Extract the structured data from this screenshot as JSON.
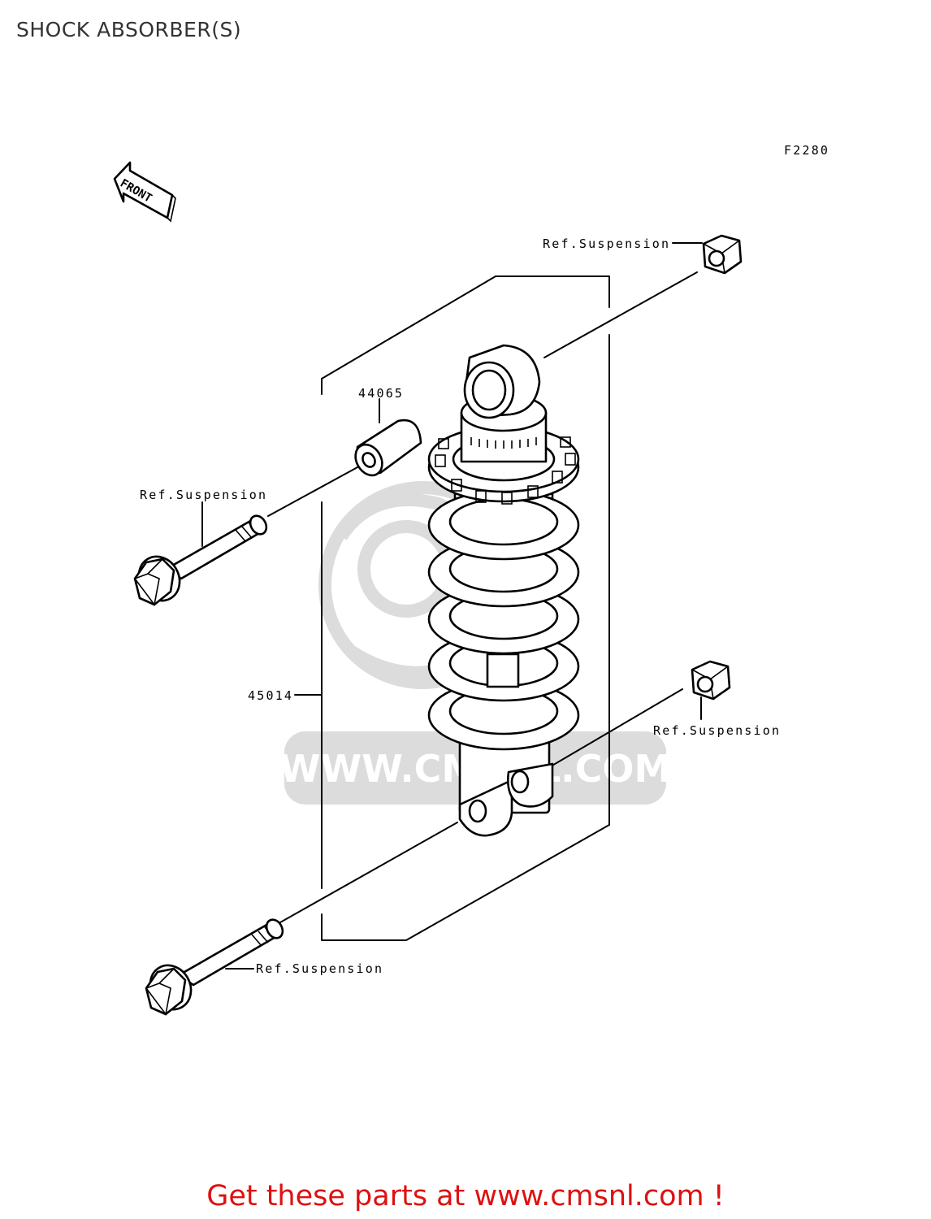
{
  "page": {
    "title": "SHOCK ABSORBER(S)"
  },
  "diagram": {
    "code": "F2280",
    "front_marker": "FRONT",
    "watermark": "WWW.CMSNL.COM",
    "labels": {
      "ref_top": "Ref.Suspension",
      "ref_left_bolt": "Ref.Suspension",
      "ref_right_nut": "Ref.Suspension",
      "ref_bottom_bolt": "Ref.Suspension",
      "part_collar": "44065",
      "part_shock": "45014"
    }
  },
  "footer": {
    "cta": "Get these parts at www.cmsnl.com !"
  },
  "colors": {
    "cta": "#dd1111",
    "title": "#333333",
    "watermark": "#dcdcdc"
  }
}
